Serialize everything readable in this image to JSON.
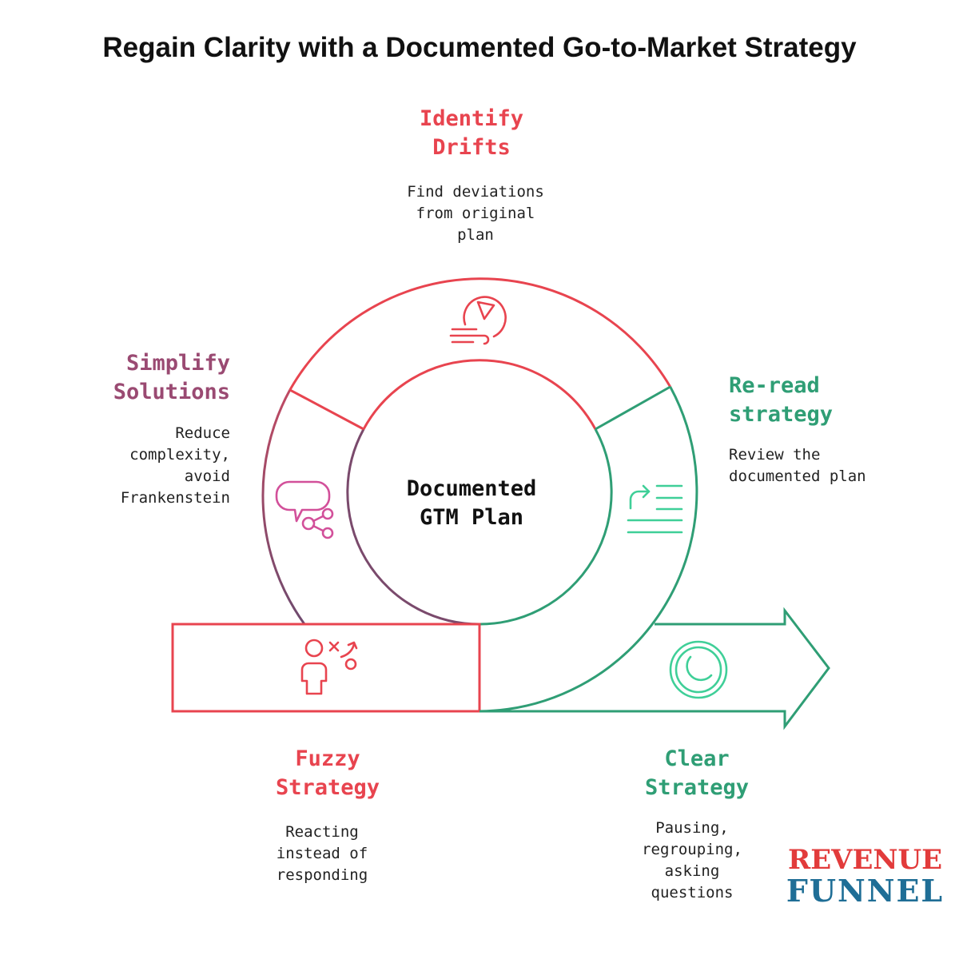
{
  "title": "Regain Clarity with a Documented Go-to-Market Strategy",
  "center": {
    "line1": "Documented",
    "line2": "GTM Plan"
  },
  "steps": {
    "identify": {
      "title1": "Identify",
      "title2": "Drifts",
      "desc": [
        "Find deviations",
        "from original",
        "plan"
      ],
      "icon": "navigation-wind-icon"
    },
    "reread": {
      "title1": "Re-read",
      "title2": "strategy",
      "desc": [
        "Review the",
        "documented plan"
      ],
      "icon": "list-return-icon"
    },
    "simplify": {
      "title1": "Simplify",
      "title2": "Solutions",
      "desc": [
        "Reduce",
        "complexity,",
        "avoid",
        "Frankenstein"
      ],
      "icon": "chat-share-icon"
    },
    "fuzzy": {
      "title1": "Fuzzy",
      "title2": "Strategy",
      "desc": [
        "Reacting",
        "instead of",
        "responding"
      ],
      "icon": "person-strategy-icon"
    },
    "clear": {
      "title1": "Clear",
      "title2": "Strategy",
      "desc": [
        "Pausing,",
        "regrouping,",
        "asking",
        "questions"
      ],
      "icon": "moon-circle-icon"
    }
  },
  "logo": {
    "line1": "REVENUE",
    "line2": "FUNNEL"
  },
  "colors": {
    "red": "#e8444f",
    "plum": "#9a4a72",
    "green": "#2f9e75",
    "pink": "#d2509a",
    "logo_red": "#e23b3b",
    "logo_blue": "#1f6e96"
  }
}
